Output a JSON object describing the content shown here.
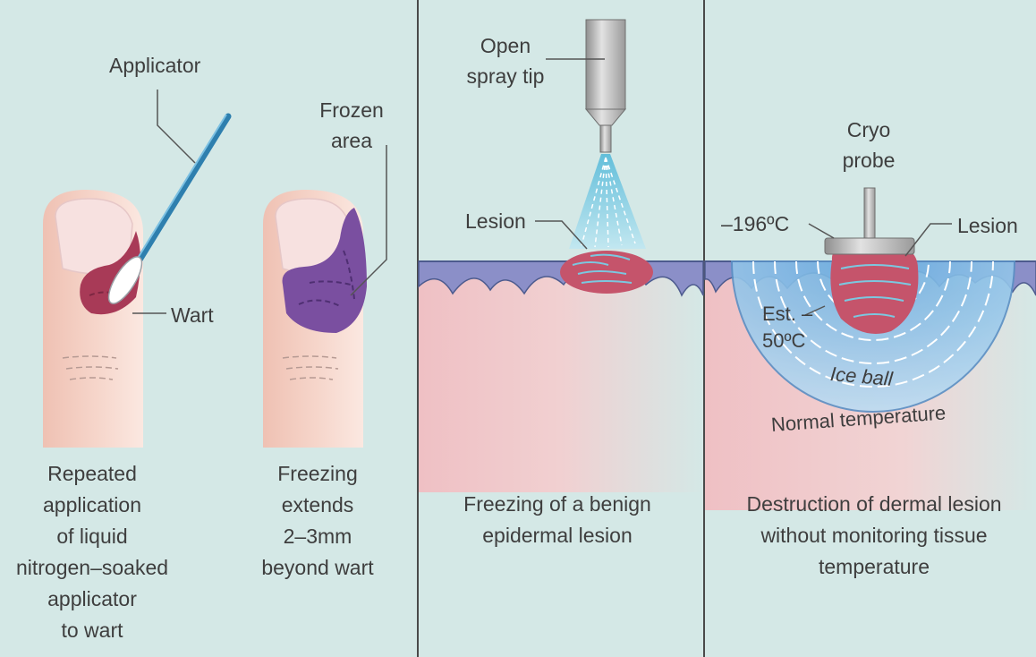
{
  "panel1": {
    "label_applicator": "Applicator",
    "label_wart": "Wart",
    "caption": [
      "Repeated",
      "application",
      "of liquid",
      "nitrogen–soaked",
      "applicator",
      "to wart"
    ]
  },
  "panel2": {
    "label_frozen_area": [
      "Frozen",
      "area"
    ],
    "caption": [
      "Freezing",
      "extends",
      "2–3mm",
      "beyond wart"
    ]
  },
  "panel3": {
    "label_spray_tip": [
      "Open",
      "spray tip"
    ],
    "label_lesion": "Lesion",
    "caption": [
      "Freezing of a benign",
      "epidermal lesion"
    ]
  },
  "panel4": {
    "label_cryo_probe": [
      "Cryo",
      "probe"
    ],
    "label_probe_temp": "–196ºC",
    "label_lesion": "Lesion",
    "label_est_temp": [
      "Est. –",
      "50ºC"
    ],
    "label_ice_ball": "Ice ball",
    "label_normal_temp": "Normal temperature",
    "caption": [
      "Destruction of dermal lesion",
      "without monitoring tissue",
      "temperature"
    ]
  },
  "colors": {
    "background": "#d4e8e6",
    "skin": "#f3cfc4",
    "nail": "#f6e6e5",
    "wart": "#a83a57",
    "frozen": "#7a4fa0",
    "epidermis": "#8b8fc8",
    "ice_ball": "#9ecbea",
    "applicator": "#2e7fae",
    "metal": "#b8b8b8"
  }
}
